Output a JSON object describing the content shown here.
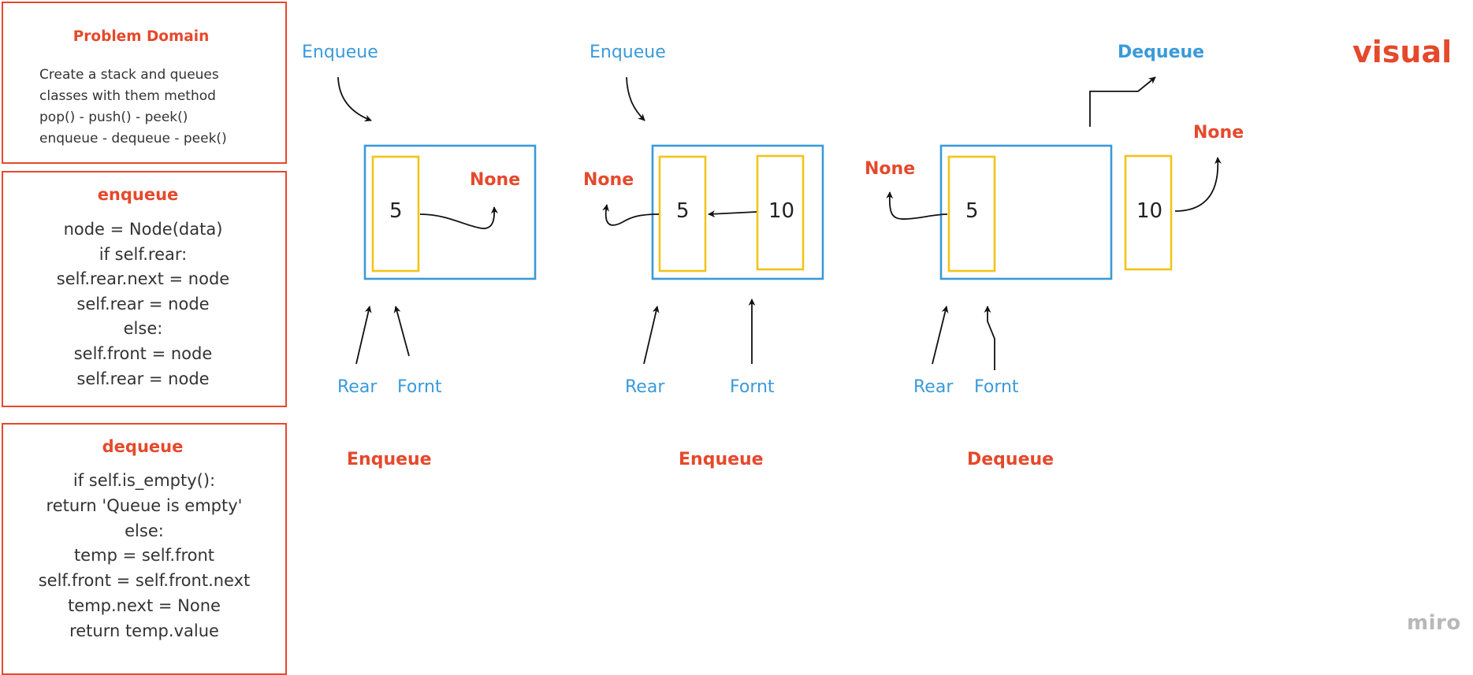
{
  "problem_domain": {
    "title": "Problem Domain",
    "lines": [
      "Create a stack and queues",
      "classes with them method",
      "pop() - push() - peek()",
      "enqueue - dequeue - peek()"
    ]
  },
  "enqueue_card": {
    "title": "enqueue",
    "code": [
      "node = Node(data)",
      "if self.rear:",
      "self.rear.next = node",
      "self.rear = node",
      "else:",
      "self.front = node",
      "self.rear = node"
    ]
  },
  "dequeue_card": {
    "title": "dequeue",
    "code": [
      "if self.is_empty():",
      "return 'Queue is empty'",
      "else:",
      "temp = self.front",
      "self.front = self.front.next",
      "temp.next = None",
      "return temp.value"
    ]
  },
  "visual_title": "visual",
  "watermark": "miro",
  "diagrams": [
    {
      "top_label": "Enqueue",
      "node_values": [
        "5"
      ],
      "none_labels": [
        "None"
      ],
      "rear_label": "Rear",
      "front_label": "Fornt",
      "caption": "Enqueue"
    },
    {
      "top_label": "Enqueue",
      "node_values": [
        "5",
        "10"
      ],
      "none_labels": [
        "None"
      ],
      "rear_label": "Rear",
      "front_label": "Fornt",
      "caption": "Enqueue"
    },
    {
      "top_label": "Dequeue",
      "node_values": [
        "5",
        "10"
      ],
      "none_labels": [
        "None",
        "None"
      ],
      "rear_label": "Rear",
      "front_label": "Fornt",
      "caption": "Dequeue"
    }
  ],
  "colors": {
    "accent_red": "#e5492c",
    "accent_blue": "#3a9ad9",
    "node_yellow": "#f2c418"
  }
}
